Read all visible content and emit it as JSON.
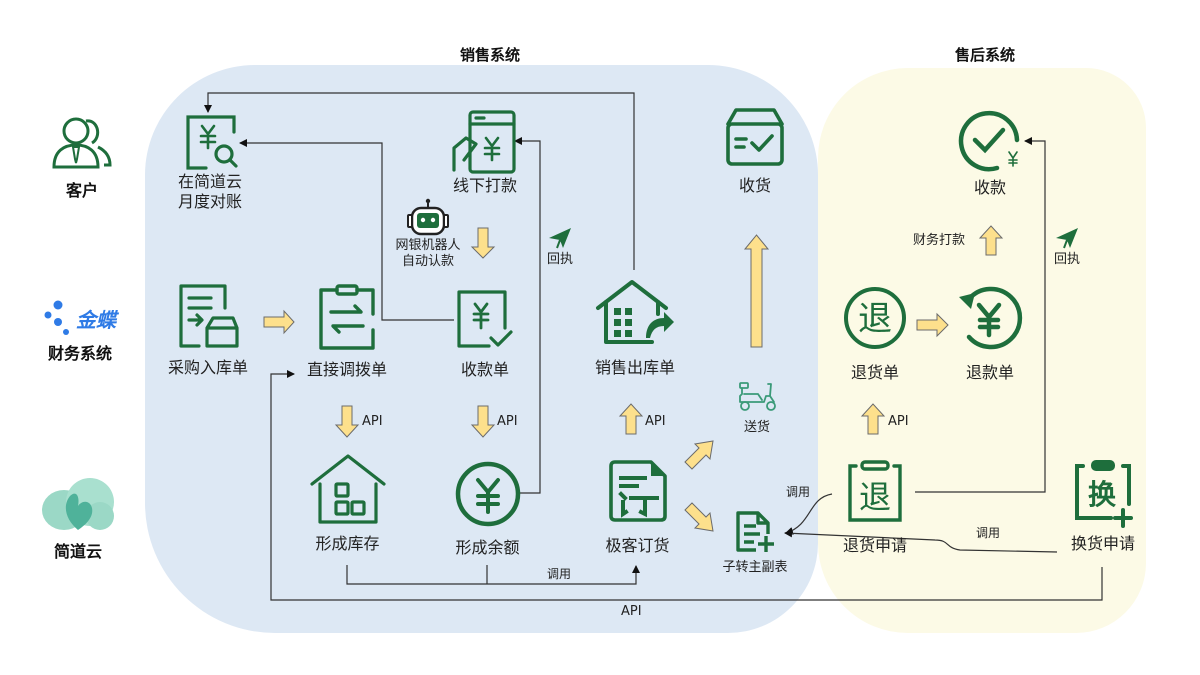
{
  "zones": {
    "sales": {
      "title": "销售系统",
      "color": "#dde8f4"
    },
    "after_sales": {
      "title": "售后系统",
      "color": "#fcfae6"
    }
  },
  "lanes": [
    {
      "label": "客户",
      "icon": "customer-icon"
    },
    {
      "label": "财务系统",
      "brand": "金蝶",
      "icon": "kingdee-logo"
    },
    {
      "label": "简道云",
      "icon": "jiandaoyun-logo"
    }
  ],
  "nodes": {
    "monthly_reconcile": {
      "label_line1": "在简道云",
      "label_line2": "月度对账",
      "icon": "yuan-search-doc-icon"
    },
    "offline_payment": {
      "label": "线下打款",
      "icon": "phone-payment-icon"
    },
    "bank_robot": {
      "label_line1": "网银机器人",
      "label_line2": "自动认款",
      "icon": "robot-icon"
    },
    "receive_goods": {
      "label": "收货",
      "icon": "box-check-icon"
    },
    "purchase_inbound": {
      "label": "采购入库单",
      "icon": "inbound-doc-icon"
    },
    "direct_transfer": {
      "label": "直接调拨单",
      "icon": "clipboard-transfer-icon"
    },
    "receipt": {
      "label": "收款单",
      "icon": "yuan-doc-check-icon"
    },
    "sales_outbound": {
      "label": "销售出库单",
      "icon": "warehouse-out-icon"
    },
    "delivery": {
      "label": "送货",
      "icon": "scooter-icon"
    },
    "inventory": {
      "label": "形成库存",
      "icon": "house-grid-icon"
    },
    "balance": {
      "label": "形成余额",
      "icon": "yuan-circle-icon"
    },
    "jike_order": {
      "label": "极客订货",
      "icon": "order-doc-icon"
    },
    "sub_to_main": {
      "label": "子转主副表",
      "icon": "doc-plus-icon"
    },
    "after_receipt": {
      "label": "收款",
      "icon": "check-circle-yuan-icon"
    },
    "return_order": {
      "label": "退货单",
      "icon": "return-circle-icon"
    },
    "refund_order": {
      "label": "退款单",
      "icon": "refund-circle-icon"
    },
    "return_request": {
      "label": "退货申请",
      "icon": "return-clipboard-icon"
    },
    "exchange_request": {
      "label": "换货申请",
      "icon": "exchange-clipboard-icon"
    }
  },
  "edge_labels": {
    "api_transfer": "API",
    "api_receipt": "API",
    "api_outbound": "API",
    "api_return": "API",
    "api_bottom": "API",
    "receipt_back_sales": "回执",
    "receipt_back_after": "回执",
    "finance_pay": "财务打款",
    "invoke_bottom": "调用",
    "invoke_return": "调用",
    "invoke_exchange": "调用"
  },
  "colors": {
    "icon_green": "#1e6e3c",
    "arrow_fill": "#fde08c",
    "arrow_stroke": "#6b6b6b",
    "kingdee_blue": "#2f7be6",
    "line": "#333333"
  }
}
